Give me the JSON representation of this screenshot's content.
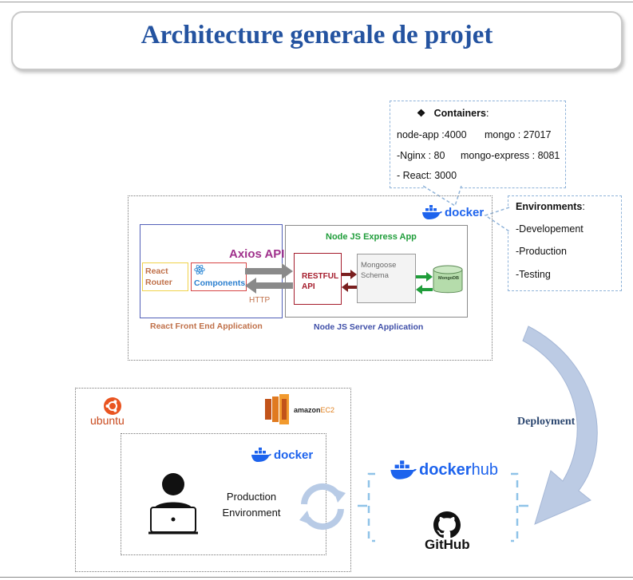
{
  "title": "Architecture generale de projet",
  "containers": {
    "heading": "Containers",
    "row1_a": "node-app :4000",
    "row1_b": "mongo : 27017",
    "row2_a": "-Nginx : 80",
    "row2_b": "mongo-express : 8081",
    "row3": "- React: 3000"
  },
  "environments": {
    "heading": "Environments",
    "items": [
      "-Developement",
      "-Production",
      "-Testing"
    ]
  },
  "docker_word": "docker",
  "frontend": {
    "react_router": "React Router",
    "components": "Components",
    "axios": "Axios API",
    "http": "HTTP",
    "caption": "React Front End Application"
  },
  "backend": {
    "title": "Node JS Express App",
    "restful": "RESTFUL API",
    "mongoose": "Mongoose Schema",
    "mongodb": "MongoDB",
    "caption": "Node JS Server Application"
  },
  "deployment_label": "Deployment",
  "production": {
    "ubuntu": "ubuntu",
    "amazon": "amazon",
    "ec2": "EC2",
    "env_label": "Production Environment"
  },
  "registry": {
    "docker": "docker",
    "hub": "hub",
    "github": "GitHub"
  },
  "colors": {
    "title": "#2453a0",
    "docker": "#1d63ed",
    "frontend_caption": "#c0714a",
    "backend_caption": "#3f4fa8",
    "express_green": "#1f9d3a",
    "axios_purple": "#a0318c",
    "restful_red": "#a51c2c",
    "deployment": "#2c4770",
    "curve": "#b8c9e3"
  }
}
